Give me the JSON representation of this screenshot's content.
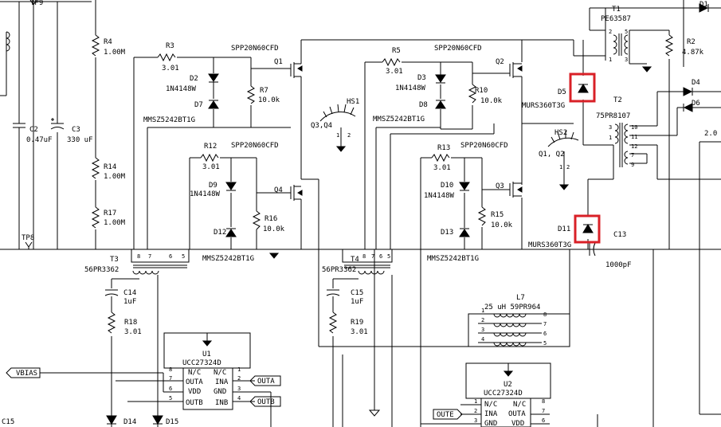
{
  "labels": {
    "tp9": "TP9",
    "tp8": "TP8",
    "c2": "C2",
    "c2_val": "0.47uF",
    "c3": "C3",
    "c3_val": "330 uF",
    "r4": "R4",
    "r4_val": "1.00M",
    "r14": "R14",
    "r14_val": "1.00M",
    "r17": "R17",
    "r17_val": "1.00M",
    "r3": "R3",
    "r3_val": "3.01",
    "d2": "D2",
    "d2_val": "1N4148W",
    "d7": "D7",
    "d7_val": "MMSZ5242BT1G",
    "r7": "R7",
    "r7_val": "10.0k",
    "q1": "Q1",
    "q1_part": "SPP20N60CFD",
    "r12": "R12",
    "r12_val": "3.01",
    "d9": "D9",
    "d9_val": "1N4148W",
    "d12": "D12",
    "d12_val": "MMSZ5242BT1G",
    "r16": "R16",
    "r16_val": "10.0k",
    "q4": "Q4",
    "q4_part": "SPP20N60CFD",
    "hs1": "HS1",
    "hs1_q": "Q3,Q4",
    "r5": "R5",
    "r5_val": "3.01",
    "d3": "D3",
    "d3_val": "1N4148W",
    "d8": "D8",
    "d8_val": "MMSZ5242BT1G",
    "r10": "R10",
    "r10_val": "10.0k",
    "q2": "Q2",
    "q2_part": "SPP20N60CFD",
    "r13": "R13",
    "r13_val": "3.01",
    "d10": "D10",
    "d10_val": "1N4148W",
    "d13": "D13",
    "d13_val": "MMSZ5242BT1G",
    "r15": "R15",
    "r15_val": "10.0k",
    "q3": "Q3",
    "q3_part": "SPP20N60CFD",
    "hs2": "HS2",
    "hs2_q": "Q1, Q2",
    "t1": "T1",
    "t1_part": "PE63587",
    "r2": "R2",
    "r2_val": "4.87k",
    "d1": "D1",
    "d5": "D5",
    "d5_val": "MURS360T3G",
    "t2": "T2",
    "t2_part": "75PR8107",
    "d4": "D4",
    "d6": "D6",
    "d11": "D11",
    "d11_val": "MURS360T3G",
    "c13": "C13",
    "c13_val": "1000pF",
    "t3": "T3",
    "t3_part": "56PR3362",
    "t4": "T4",
    "t4_part": "56PR3362",
    "c14": "C14",
    "c14_val": "1uF",
    "r18": "R18",
    "r18_val": "3.01",
    "c15": "C15",
    "c15_val": "1uF",
    "r19": "R19",
    "r19_val": "3.01",
    "l7": "L7",
    "l7_val": "25 uH 59PR964",
    "u1": "U1",
    "u1_part": "UCC27324D",
    "u2": "U2",
    "u2_part": "UCC27324D",
    "c15_cut": "C15",
    "d14": "D14",
    "d15": "D15",
    "two_zero": "2.0",
    "hs_pin1": "1",
    "hs_pin2": "2"
  },
  "nets": {
    "vbias": "VBIAS",
    "outa_u1": "OUTA",
    "outb_u1": "OUTB",
    "oute_u2": "OUTE"
  },
  "u1_pins": [
    {
      "num": "8",
      "name": "N/C"
    },
    {
      "num": "7",
      "name": "OUTA"
    },
    {
      "num": "6",
      "name": "VDD"
    },
    {
      "num": "5",
      "name": "OUTB"
    },
    {
      "num": "1",
      "name": "N/C"
    },
    {
      "num": "2",
      "name": "INA"
    },
    {
      "num": "3",
      "name": "GND"
    },
    {
      "num": "4",
      "name": "INB"
    }
  ],
  "u2_pins": [
    {
      "num": "1",
      "name": "N/C"
    },
    {
      "num": "2",
      "name": "INA"
    },
    {
      "num": "3",
      "name": "GND"
    },
    {
      "num": "8",
      "name": "N/C"
    },
    {
      "num": "7",
      "name": "OUTA"
    },
    {
      "num": "6",
      "name": "VDD"
    }
  ],
  "t3_pins": [
    "8",
    "7",
    "6",
    "5"
  ],
  "t4_pins": [
    "8",
    "7",
    "6",
    "5"
  ],
  "l7_pins": [
    {
      "l": "1",
      "r": "8"
    },
    {
      "l": "2",
      "r": "7"
    },
    {
      "l": "3",
      "r": "6"
    },
    {
      "l": "4",
      "r": "5"
    }
  ],
  "t1_pins": {
    "p2": "2",
    "p5": "5",
    "p1": "1",
    "p3": "3"
  },
  "t2_pins": {
    "p3": "3",
    "p1": "1",
    "p10": "10",
    "p11": "11",
    "p12": "12",
    "p7": "7",
    "p9": "9"
  },
  "colors": {
    "wire": "#000000",
    "highlight": "#d92027",
    "background": "#ffffff"
  }
}
